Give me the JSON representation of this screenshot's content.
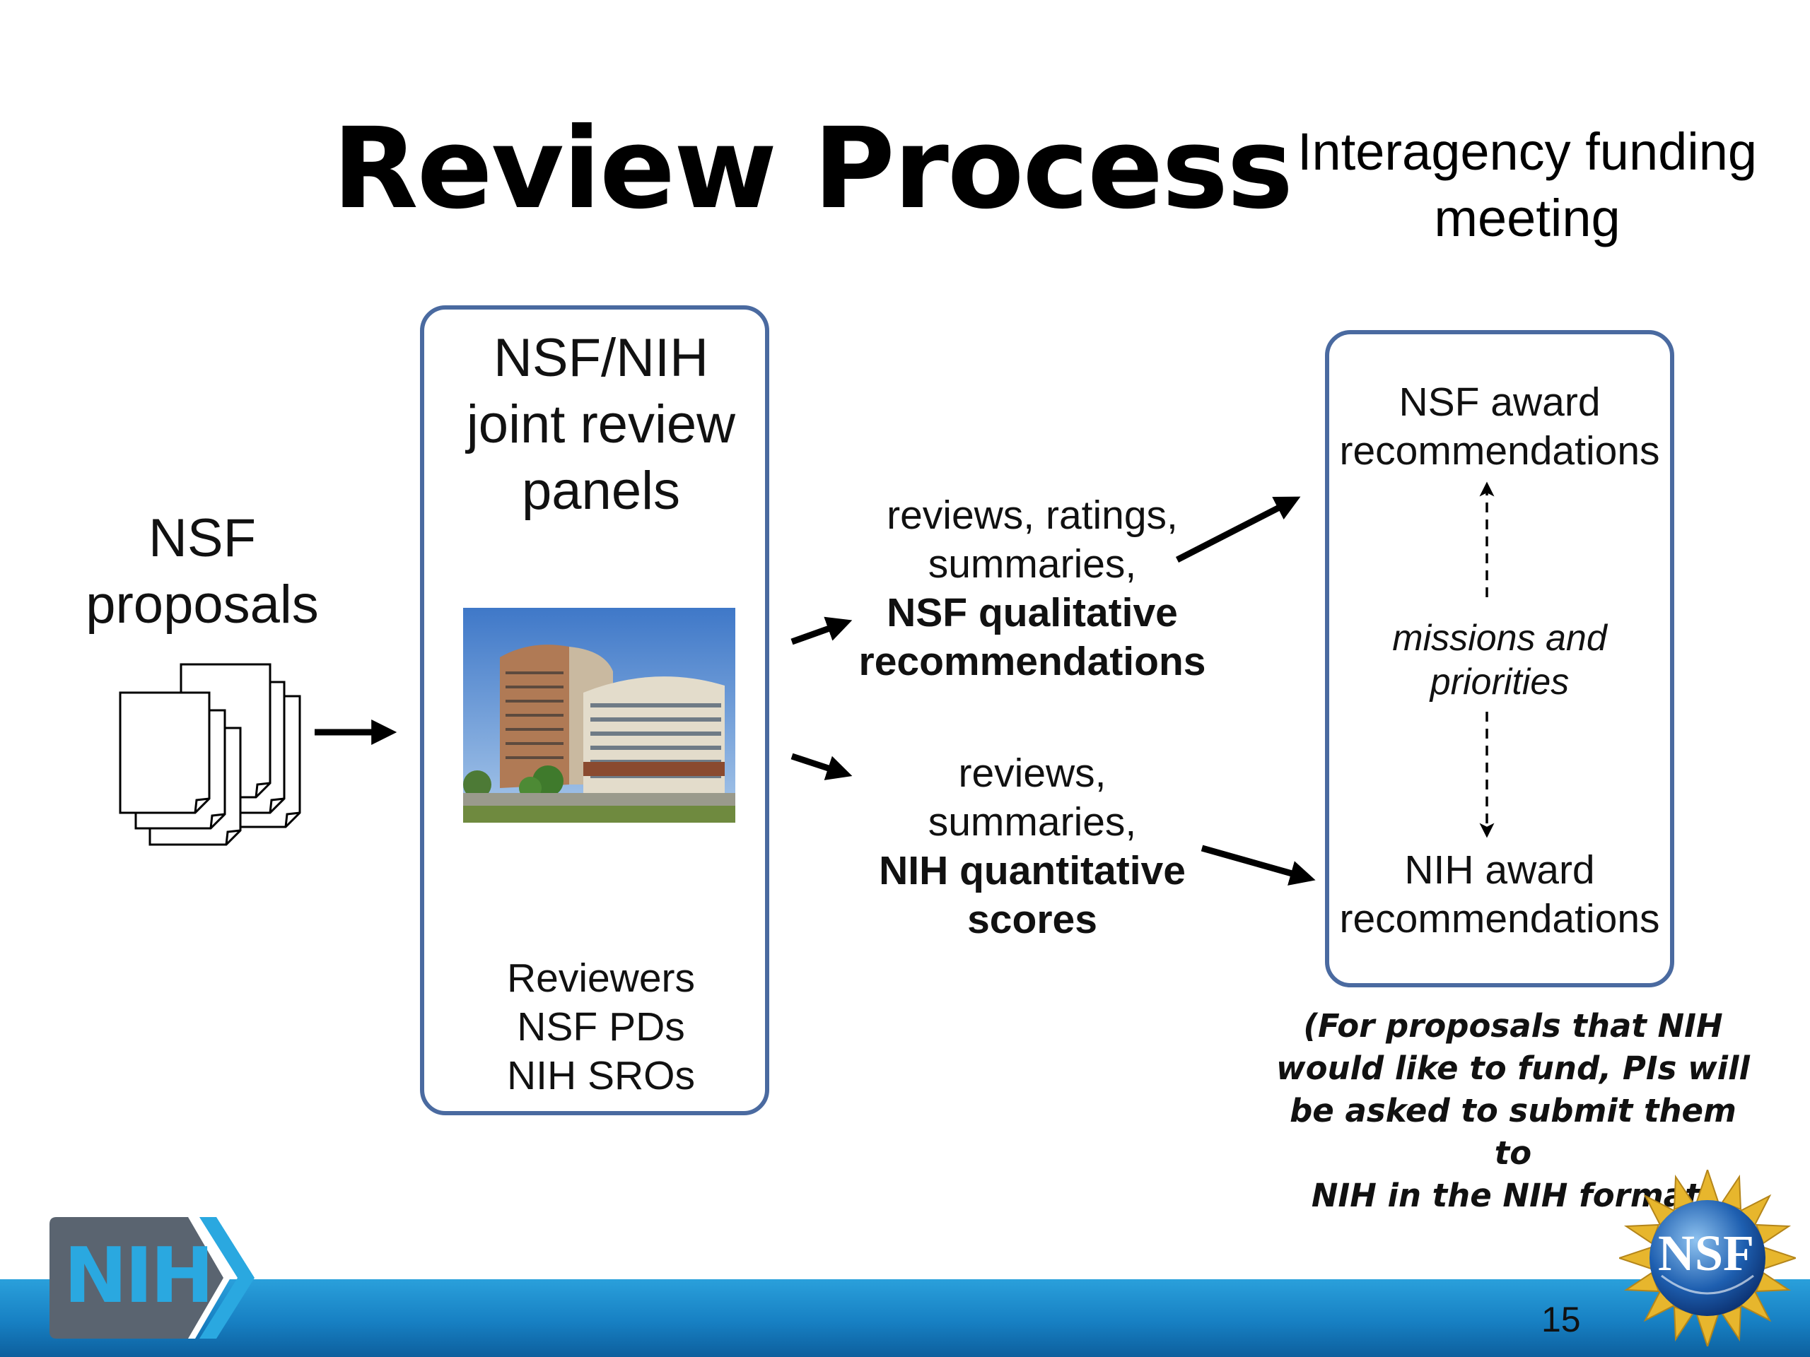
{
  "slide": {
    "title": "Review Process",
    "page_number": "15"
  },
  "top_right": {
    "line1": "Interagency funding",
    "line2": "meeting"
  },
  "input": {
    "line1": "NSF",
    "line2": "proposals"
  },
  "panel_left": {
    "title_line1": "NSF/NIH",
    "title_line2": "joint review",
    "title_line3": "panels",
    "members": [
      "Reviewers",
      "NSF PDs",
      "NIH SROs"
    ]
  },
  "nsf_output": {
    "line1": "reviews, ratings,",
    "line2": "summaries,",
    "bold_line1": "NSF qualitative",
    "bold_line2": "recommendations"
  },
  "nih_output": {
    "line1": "reviews,",
    "line2": "summaries,",
    "bold_line1": "NIH quantitative",
    "bold_line2": "scores"
  },
  "panel_right": {
    "nsf_line1": "NSF award",
    "nsf_line2": "recommendations",
    "middle_line1": "missions and",
    "middle_line2": "priorities",
    "nih_line1": "NIH award",
    "nih_line2": "recommendations"
  },
  "footnote": {
    "line1": "(For proposals that NIH",
    "line2": "would like to fund, PIs will",
    "line3": "be asked to submit them to",
    "line4": "NIH in the NIH format)"
  },
  "logos": {
    "nih": "NIH",
    "nsf": "NSF"
  },
  "colors": {
    "panel_border": "#4a6aa0",
    "footer_blue": "#1780c3",
    "nih_logo_gray": "#5a6470",
    "nih_logo_blue": "#2aa8e0"
  }
}
